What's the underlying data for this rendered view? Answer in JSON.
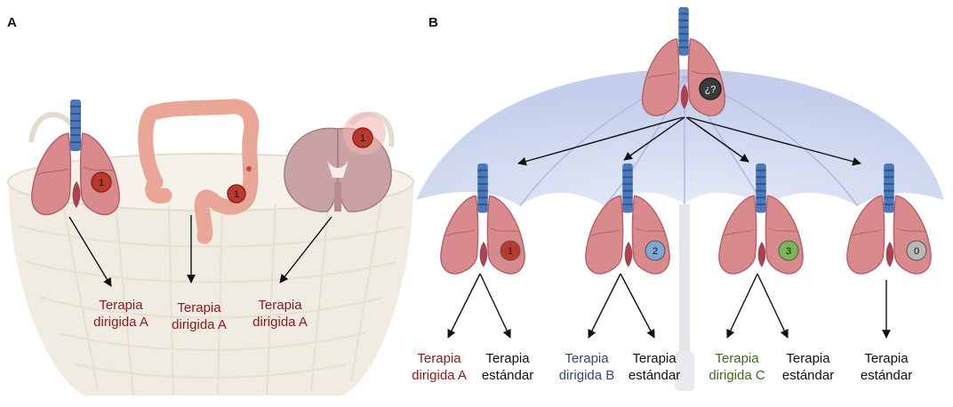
{
  "panels": {
    "a": {
      "letter": "A"
    },
    "b": {
      "letter": "B"
    }
  },
  "basket": {
    "organs": [
      {
        "name": "lung",
        "marker": "1"
      },
      {
        "name": "colon",
        "marker": "1"
      },
      {
        "name": "brain",
        "marker": "1"
      }
    ],
    "outcomes": [
      {
        "line1": "Terapia",
        "line2": "dirigida A"
      },
      {
        "line1": "Terapia",
        "line2": "dirigida A"
      },
      {
        "line1": "Terapia",
        "line2": "dirigida A"
      }
    ]
  },
  "umbrella": {
    "top_marker": "¿?",
    "lungs": [
      {
        "marker": "1",
        "marker_color": "#b83a2c"
      },
      {
        "marker": "2",
        "marker_color": "#7fa7d6"
      },
      {
        "marker": "3",
        "marker_color": "#79b65a"
      },
      {
        "marker": "0",
        "marker_color": "#b8b8b8"
      }
    ],
    "outcomes": [
      {
        "targeted": {
          "line1": "Terapia",
          "line2": "dirigida A"
        },
        "standard": {
          "line1": "Terapia",
          "line2": "estándar"
        }
      },
      {
        "targeted": {
          "line1": "Terapia",
          "line2": "dirigida B"
        },
        "standard": {
          "line1": "Terapia",
          "line2": "estándar"
        }
      },
      {
        "targeted": {
          "line1": "Terapia",
          "line2": "dirigida C"
        },
        "standard": {
          "line1": "Terapia",
          "line2": "estándar"
        }
      },
      {
        "standard": {
          "line1": "Terapia",
          "line2": "estándar"
        }
      }
    ]
  },
  "colors": {
    "lung": "#d98a8c",
    "lung_dark": "#b8606a",
    "trachea": "#4a78b8",
    "targeted_a": "#8b1a1a",
    "targeted_b": "#2f4880",
    "targeted_c": "#3d6b22",
    "canopy": "#c9d3ee"
  }
}
